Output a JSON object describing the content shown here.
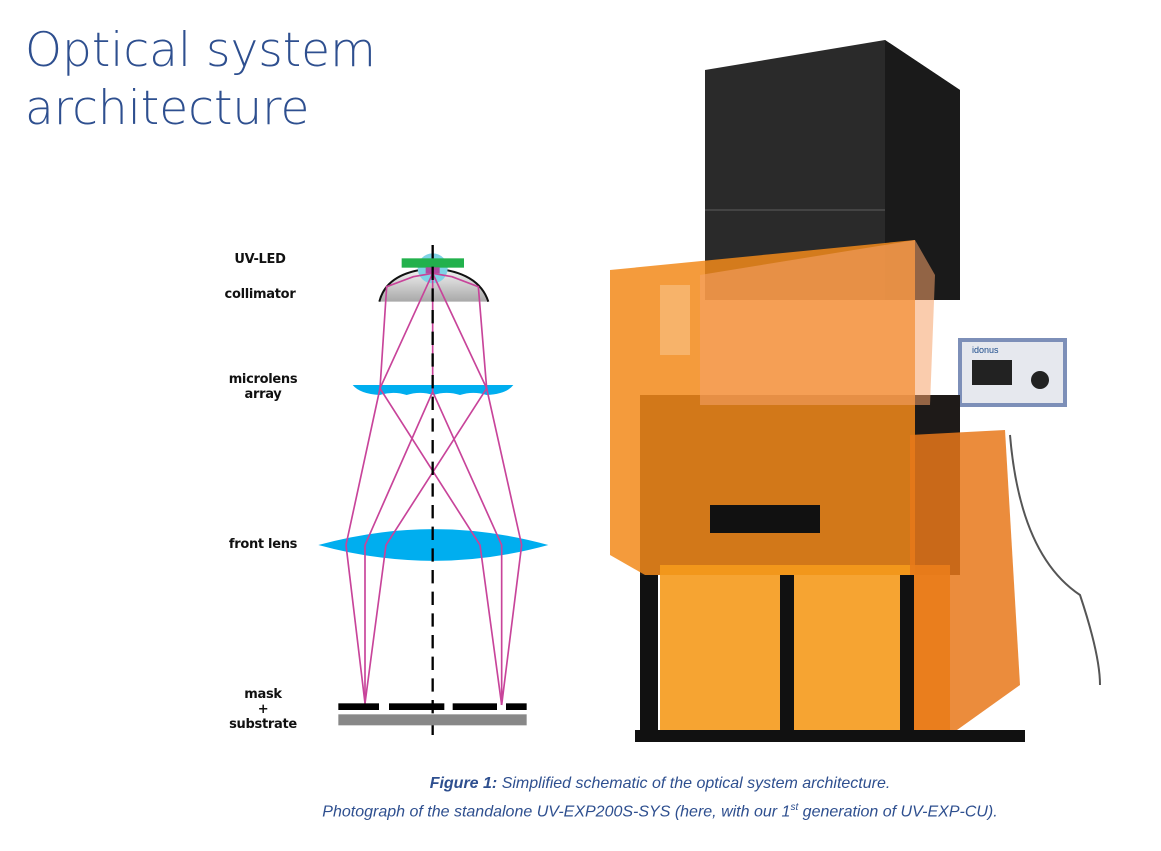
{
  "title": {
    "line1": "Optical system",
    "line2": "architecture"
  },
  "diagram": {
    "labels": {
      "uv_led": "UV-LED",
      "collimator": "collimator",
      "microlens_line1": "microlens",
      "microlens_line2": "array",
      "front_lens": "front lens",
      "mask": "mask",
      "plus": "+",
      "substrate": "substrate"
    },
    "colors": {
      "led": "#22b14c",
      "ray": "#c8449a",
      "lens": "#00aeef",
      "mask": "#000000",
      "substrate": "#888888"
    }
  },
  "photo": {
    "brand_label": "idonus"
  },
  "caption": {
    "figure_label": "Figure 1:",
    "line1": " Simplified schematic of the optical system architecture.",
    "line2_pre": "Photograph of the standalone UV-EXP200S-SYS (here, with our 1",
    "line2_sup": "st",
    "line2_post": " generation of UV-EXP-CU)."
  }
}
